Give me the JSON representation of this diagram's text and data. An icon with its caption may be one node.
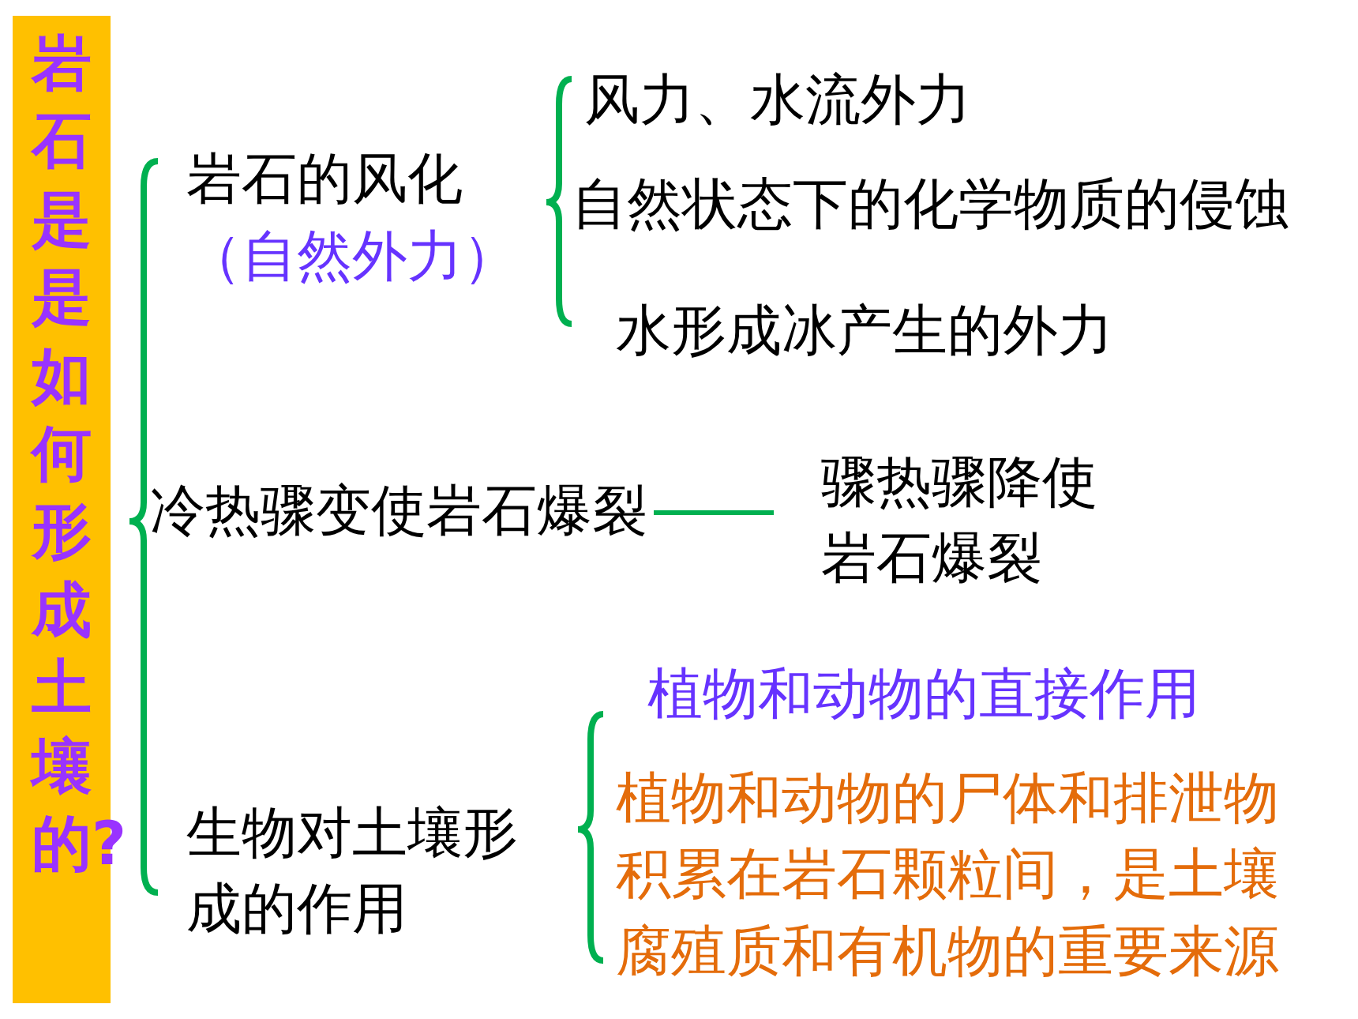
{
  "diagram": {
    "nodes": [
      {
        "text": [
          "岩石是是如何形成土壤的?"
        ]
      },
      {
        "text": [
          "岩石的风化",
          "（自然外力）"
        ]
      },
      {
        "text": [
          "风力、水流外力"
        ]
      },
      {
        "text": [
          "自然状态下的化学物质的侵蚀"
        ]
      },
      {
        "text": [
          "水形成冰产生的外力"
        ]
      },
      {
        "text": [
          "冷热骤变使岩石爆裂"
        ]
      },
      {
        "text": [
          "骤热骤降使岩石爆裂"
        ]
      },
      {
        "text": [
          "生物对土壤形成的作用"
        ]
      },
      {
        "text": [
          "植物和动物的直接作用"
        ]
      },
      {
        "text": [
          "植物和动物的尸体和排泄物积累在岩石颗粒间，是土壤腐殖质和有机物的重要来源"
        ]
      }
    ],
    "edges": [
      {
        "from": 5,
        "to": 6,
        "arrow": "none"
      }
    ]
  }
}
